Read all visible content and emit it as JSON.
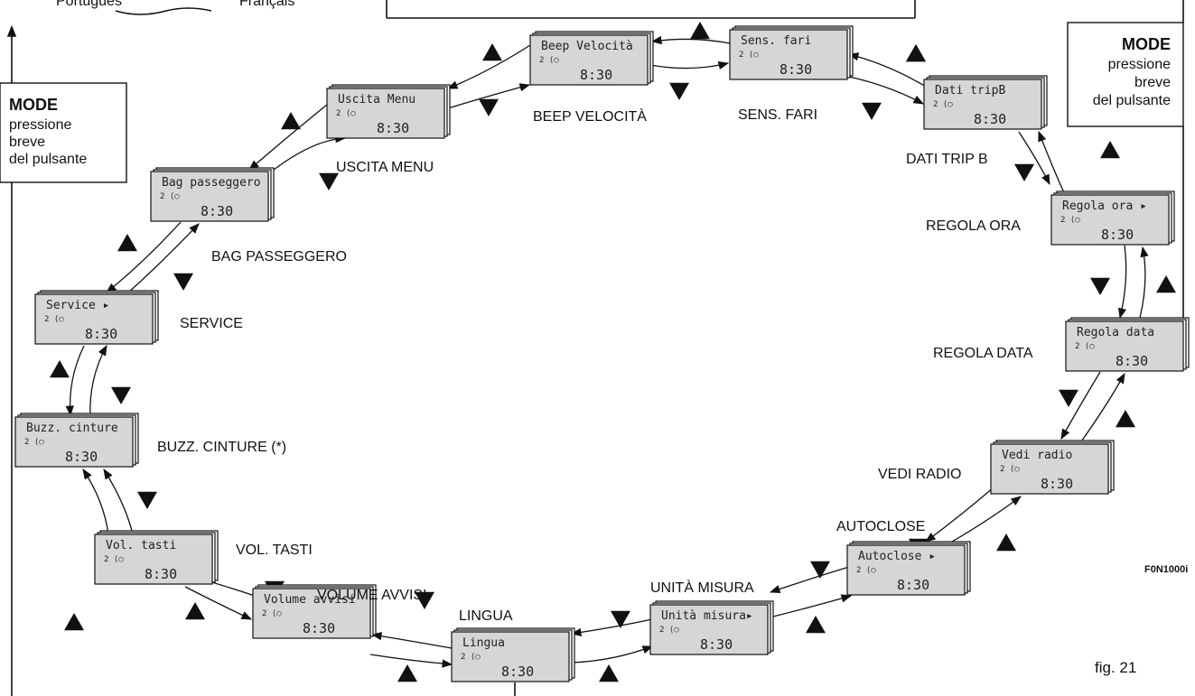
{
  "top": {
    "left_label": "Português",
    "right_label": "Français"
  },
  "mode_left": {
    "title": "MODE",
    "lines": [
      "pressione",
      "breve",
      "del pulsante"
    ]
  },
  "mode_right": {
    "title": "MODE",
    "lines": [
      "pressione",
      "breve",
      "del pulsante"
    ]
  },
  "screen": {
    "sub": "2 ⟨○",
    "time": "8:30"
  },
  "items": [
    {
      "title": "Beep Velocità",
      "label": "BEEP VELOCITÀ"
    },
    {
      "title": "Sens. fari",
      "label": "SENS. FARI"
    },
    {
      "title": "Dati tripB",
      "label": "DATI TRIP B"
    },
    {
      "title": "Regola ora ▸",
      "label": "REGOLA ORA"
    },
    {
      "title": "Regola data",
      "label": "REGOLA DATA"
    },
    {
      "title": "Vedi radio",
      "label": "VEDI RADIO"
    },
    {
      "title": "Autoclose ▸",
      "label": "AUTOCLOSE"
    },
    {
      "title": "Unità misura▸",
      "label": "UNITÀ MISURA"
    },
    {
      "title": "Lingua",
      "label": "LINGUA"
    },
    {
      "title": "Volume avvisi",
      "label": "VOLUME AVVISI"
    },
    {
      "title": "Vol. tasti",
      "label": "VOL. TASTI"
    },
    {
      "title": "Buzz. cinture",
      "label": "BUZZ. CINTURE (*)"
    },
    {
      "title": "Service  ▸",
      "label": "SERVICE"
    },
    {
      "title": "Bag passeggero",
      "label": "BAG PASSEGGERO"
    },
    {
      "title": "Uscita Menu",
      "label": "USCITA MENU"
    }
  ],
  "code": "F0N1000i",
  "fig": "fig. 21"
}
